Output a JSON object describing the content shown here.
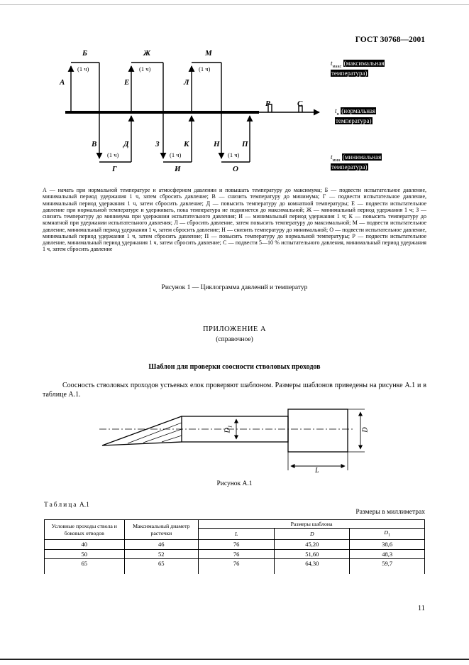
{
  "header": {
    "standard": "ГОСТ 30768—2001"
  },
  "figure1": {
    "points": {
      "A": "А",
      "B": "Б",
      "V": "В",
      "G": "Г",
      "D": "Д",
      "E": "Е",
      "ZH": "Ж",
      "Z": "З",
      "I": "И",
      "K": "К",
      "L": "Л",
      "M": "М",
      "N": "Н",
      "O": "О",
      "P": "П",
      "R": "Р",
      "S": "С"
    },
    "hold": "(1 ч)",
    "temps": {
      "max": {
        "sym": "t",
        "sub": "макс",
        "phrase": "(максимальная температура)"
      },
      "norm": {
        "sym": "t",
        "sub": "н",
        "phrase": "(нормальная температура)"
      },
      "min": {
        "sym": "t",
        "sub": "мин",
        "phrase": "(минимальная температура)"
      }
    },
    "legend": "А — начать при нормальной температуре и атмосферном давлении и повышать температуру до максимума; Б — подвести испытательное давление, минимальный период удержания 1 ч, затем сбросить давление; В — снизить температуру до минимума; Г — подвести испытательное давление, минимальный период удержания 1 ч, затем сбросить давление; Д — повысить температуру до комнатной температуры; Е — подвести испытательное давление при нормальной температуре и удерживать, пока температура не поднимется до максимальной; Ж — минимальный период удержания 1 ч; З — снизить температуру до минимума при удержании испытательного давления; И — минимальный период удержания 1 ч; К — повысить температуру до комнатной при удержании испытательного давления; Л — сбросить давление, затем повысить температуру до максимальной; М — подвести испытательное давление, минимальный период удержания 1 ч, затем сбросить давление; Н — снизить температуру до минимальной; О — подвести испытательное давление, минимальный период удержания 1 ч, затем сбросить давление; П — повысить температуру до нормальной температуры; Р — подвести испытательное давление, минимальный период удержания 1 ч, затем сбросить давление; С — подвести 5—10 % испытательного давления, минимальный период удержания 1 ч, затем сбросить давление",
    "caption": "Рисунок 1 — Циклограмма давлений и температур"
  },
  "appendix": {
    "title": "ПРИЛОЖЕНИЕ А",
    "subtitle": "(справочное)",
    "heading": "Шаблон для проверки соосности стволовых проходов",
    "intro": "Соосность стволовых проходов устьевых елок проверяют шаблоном. Размеры шаблонов приведены на рисунке А.1 и в таблице А.1.",
    "figure_caption": "Рисунок А.1"
  },
  "figure_a1": {
    "dims": {
      "d1": {
        "sym": "D",
        "sub": "1"
      },
      "d": {
        "sym": "D"
      },
      "l": {
        "sym": "L"
      }
    }
  },
  "table": {
    "label_word": "Таблица",
    "label_num": "А.1",
    "units": "Размеры в миллиметрах",
    "col1": "Условные проходы ствола и боковых отводов",
    "col2": "Максимальный диаметр расточки",
    "group": "Размеры шаблона",
    "sub": {
      "l": {
        "sym": "L"
      },
      "d": {
        "sym": "D"
      },
      "d1": {
        "sym": "D",
        "sub": "1"
      }
    },
    "rows": [
      [
        "40",
        "46",
        "76",
        "45,20",
        "38,6"
      ],
      [
        "50",
        "52",
        "76",
        "51,60",
        "48,3"
      ],
      [
        "65",
        "65",
        "76",
        "64,30",
        "59,7"
      ]
    ]
  },
  "page_number": "11"
}
